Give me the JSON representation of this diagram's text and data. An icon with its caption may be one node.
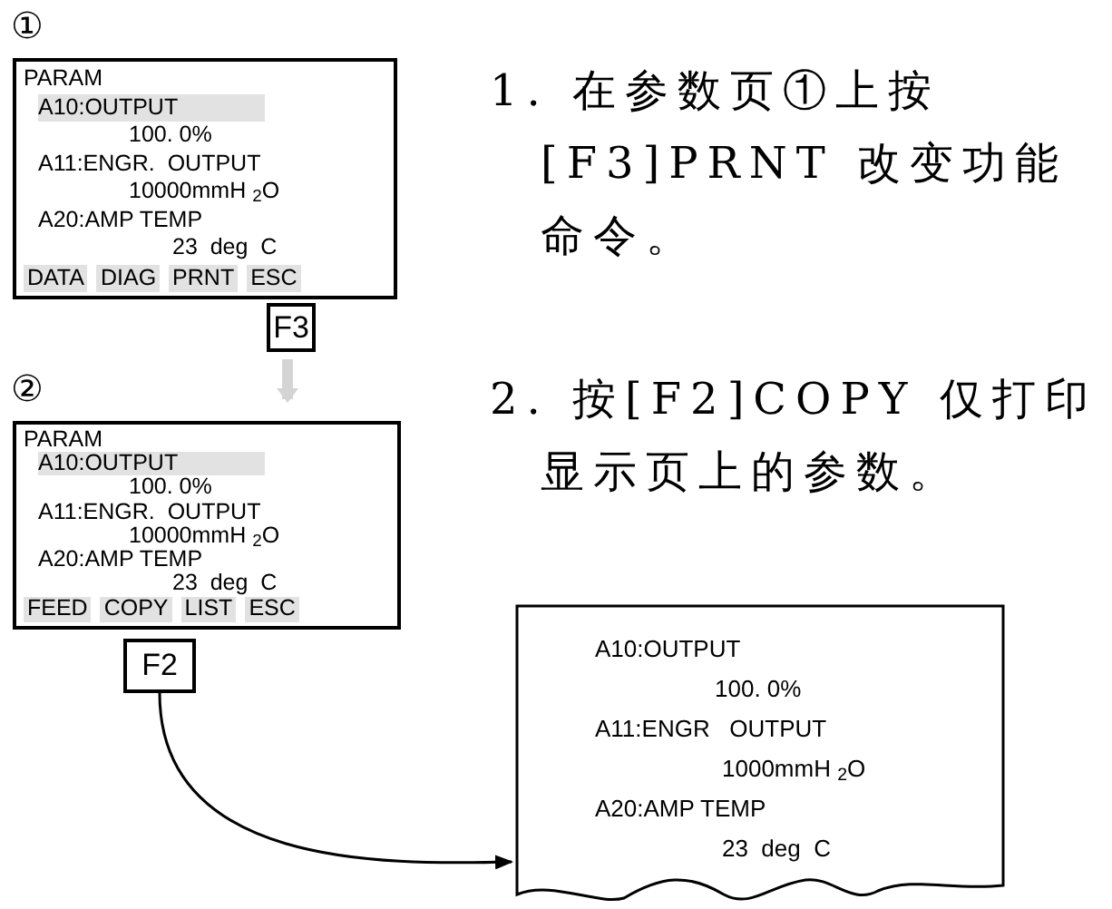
{
  "diagram": {
    "nodes": [
      {
        "text": [
          "PARAM",
          "A10:OUTPUT",
          "100. 0%",
          "A11:ENGR.  OUTPUT",
          "10000mmH $_{2}$O",
          "A20:AMP TEMP",
          "23  deg  C",
          "DATA",
          "DIAG",
          "PRNT",
          "ESC"
        ],
        "beside": [
          "①"
        ]
      },
      {
        "text": [
          "F3"
        ]
      },
      {
        "text": [
          "PARAM",
          "A10:OUTPUT",
          "100. 0%",
          "A11:ENGR.  OUTPUT",
          "10000mmH $_{2}$O",
          "A20:AMP TEMP",
          "23  deg  C",
          "FEED",
          "COPY",
          "LIST",
          "ESC"
        ],
        "beside": [
          "②"
        ]
      },
      {
        "text": [
          "F2"
        ]
      },
      {
        "text": [
          "A10:OUTPUT",
          "100. 0%",
          "A11:ENGR   OUTPUT",
          "1000mmH $_{2}$O",
          "A20:AMP TEMP",
          "23  deg  C"
        ]
      }
    ],
    "edges": [
      {
        "from": 1,
        "to": 2,
        "arrow": "to",
        "style": "thick",
        "color": "#d4d4d4"
      },
      {
        "from": 3,
        "to": 4,
        "arrow": "to",
        "color": "#000000"
      }
    ],
    "labels": [
      "1. 在参数页①上按[F3]PRNT 改变功能命令。",
      "2. 按[F2]COPY 仅打印显示页上的参数。"
    ]
  }
}
